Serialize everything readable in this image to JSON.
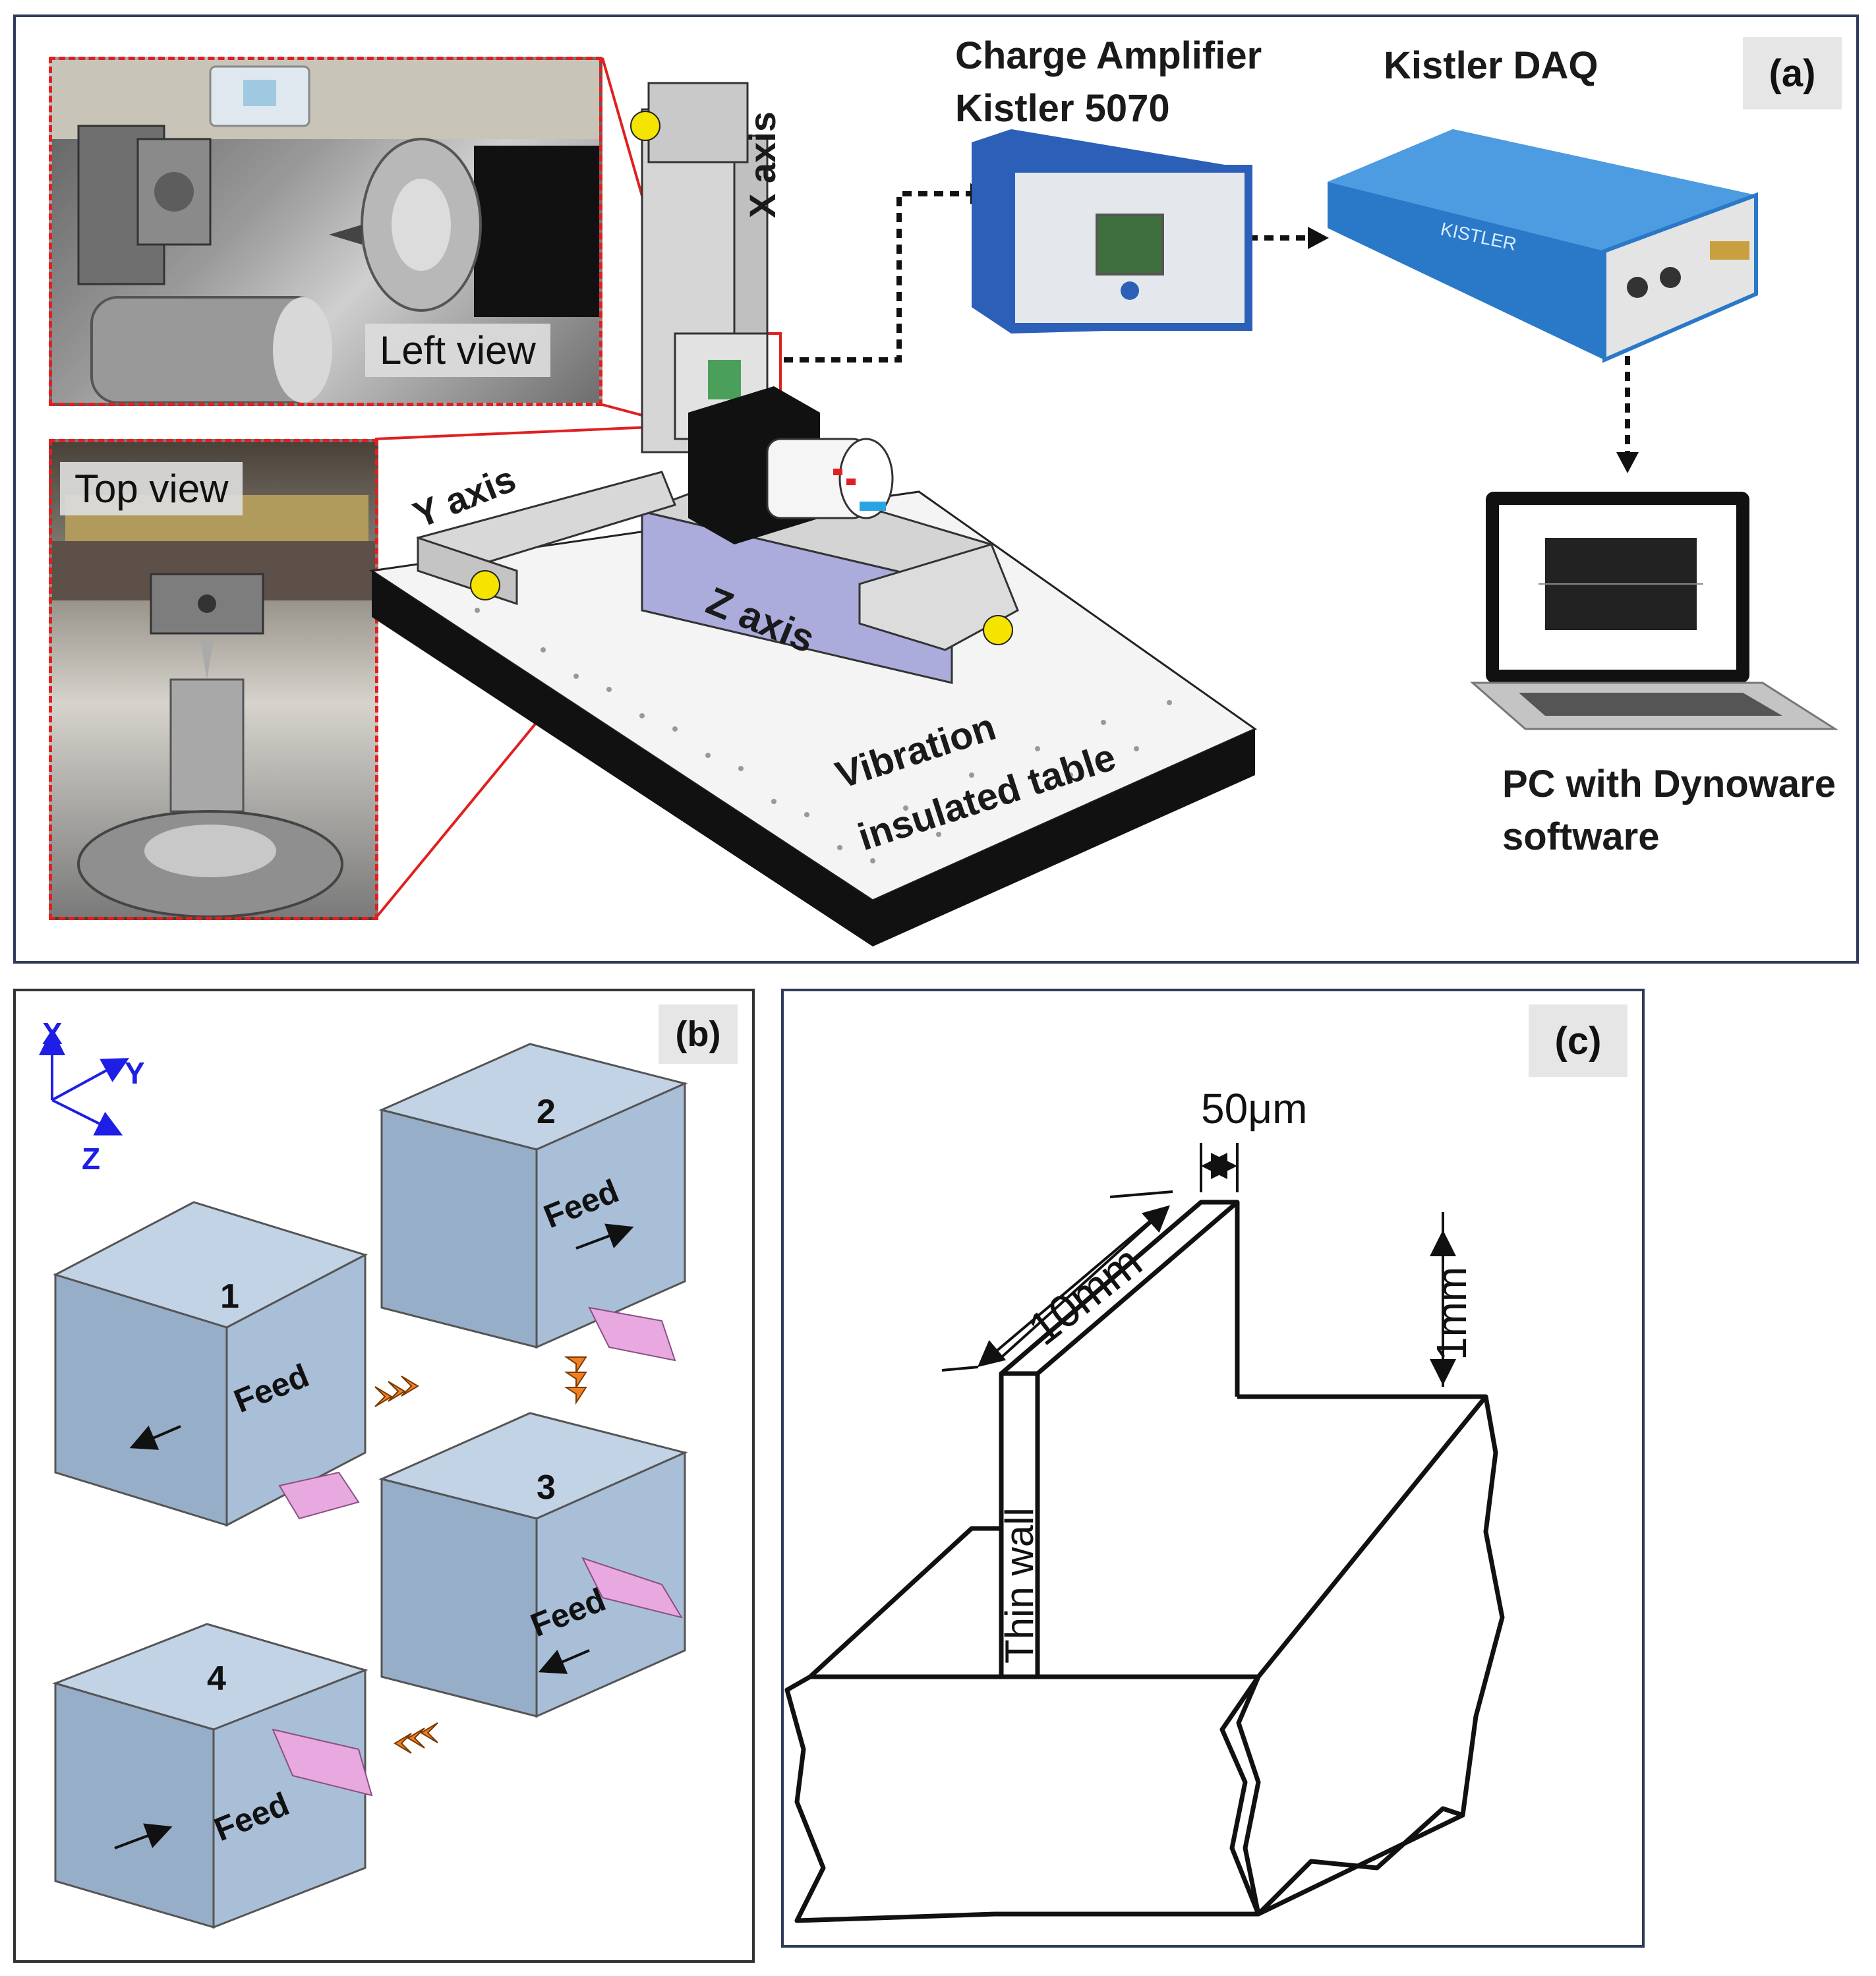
{
  "panel_a": {
    "tag": "(a)",
    "left_view_label": "Left view",
    "top_view_label": "Top view",
    "x_axis_label": "X axis",
    "y_axis_label": "Y axis",
    "z_axis_label": "Z axis",
    "table_label_line1": "Vibration",
    "table_label_line2": "insulated table",
    "amplifier_line1": "Charge Amplifier",
    "amplifier_line2": "Kistler 5070",
    "daq_label": "Kistler DAQ",
    "daq_brand": "KISTLER",
    "pc_line1": "PC with Dynoware",
    "pc_line2": "software"
  },
  "panel_b": {
    "tag": "(b)",
    "axes": {
      "x": "X",
      "y": "Y",
      "z": "Z"
    },
    "blocks": [
      {
        "number": "1",
        "feed": "Feed"
      },
      {
        "number": "2",
        "feed": "Feed"
      },
      {
        "number": "3",
        "feed": "Feed"
      },
      {
        "number": "4",
        "feed": "Feed"
      }
    ],
    "colors": {
      "axis": "#1e1ee6",
      "block_front": "#97aec8",
      "block_top": "#c2d3e6",
      "tool": "#e8a8e0",
      "arrow": "#f07f22"
    }
  },
  "panel_c": {
    "tag": "(c)",
    "width_label": "50μm",
    "length_label": "10mm",
    "height_label": "1mm",
    "wall_label": "Thin wall"
  }
}
